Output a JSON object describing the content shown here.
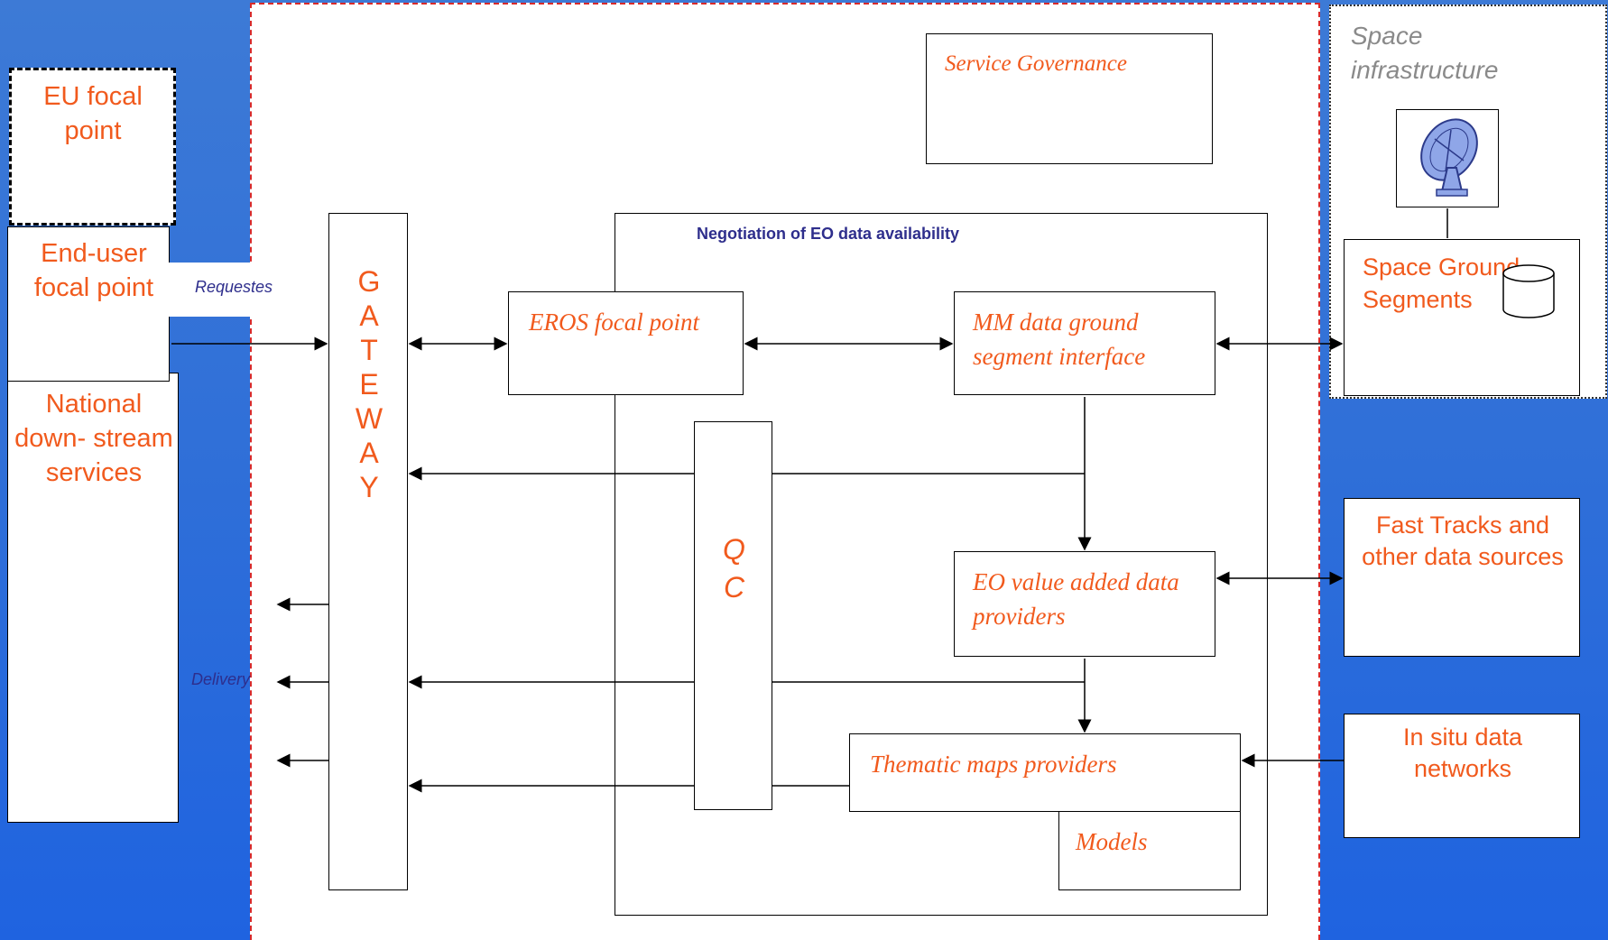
{
  "boxes": {
    "eu_focal": "EU focal point",
    "end_user_focal": "End-user focal point",
    "national": "National down- stream services",
    "gateway": "G A T E W A Y",
    "service_governance": "Service Governance",
    "negotiation": "Negotiation of EO data availability",
    "eros": "EROS focal point",
    "mm_data": "MM data ground segment  interface",
    "qc": "Q C",
    "eo_value": "EO value added data providers",
    "thematic": "Thematic maps providers",
    "models": "Models",
    "space_infra": "Space infrastructure",
    "space_ground": "Space Ground Segments",
    "fast_tracks": "Fast Tracks and other data sources",
    "in_situ": "In  situ  data networks"
  },
  "labels": {
    "requestes": "Requestes",
    "delivery": "Delivery"
  },
  "colors": {
    "background": "#2f6fd8",
    "text_orange": "#f15a1d",
    "dashed_red": "#d92b2b",
    "label_blue": "#2e2e8c"
  },
  "icons": [
    "satellite-dish-icon",
    "database-cylinder-icon"
  ]
}
